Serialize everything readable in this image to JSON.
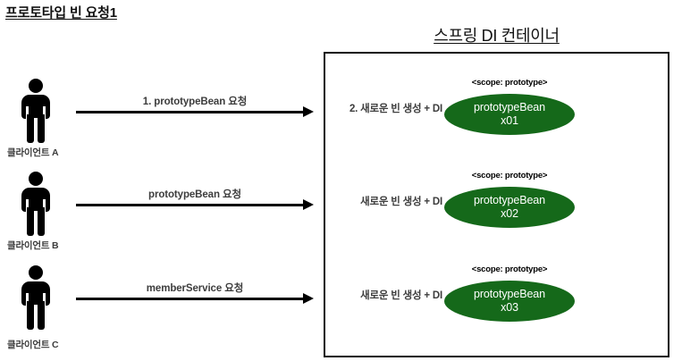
{
  "page": {
    "title": "프로토타입 빈 요청1"
  },
  "container": {
    "title": "스프링 DI 컨테이너"
  },
  "colors": {
    "bean_green": "#15691a",
    "text_gray": "#3d3d3d",
    "border_black": "#0a0a0a",
    "bean_text": "#ffffff"
  },
  "rows": [
    {
      "client_label": "클라이언트 A",
      "client_icon": "person-icon",
      "arrow_label": "1. prototypeBean 요청",
      "arrow_icon": "arrow-right-icon",
      "di_label": "2. 새로운 빈 생성 + DI",
      "scope_label": "<scope: prototype>",
      "bean_name": "prototypeBean",
      "bean_id": "x01"
    },
    {
      "client_label": "클라이언트 B",
      "client_icon": "person-icon",
      "arrow_label": "prototypeBean 요청",
      "arrow_icon": "arrow-right-icon",
      "di_label": "새로운 빈 생성 + DI",
      "scope_label": "<scope: prototype>",
      "bean_name": "prototypeBean",
      "bean_id": "x02"
    },
    {
      "client_label": "클라이언트 C",
      "client_icon": "person-icon",
      "arrow_label": "memberService 요청",
      "arrow_icon": "arrow-right-icon",
      "di_label": "새로운 빈 생성 + DI",
      "scope_label": "<scope: prototype>",
      "bean_name": "prototypeBean",
      "bean_id": "x03"
    }
  ]
}
